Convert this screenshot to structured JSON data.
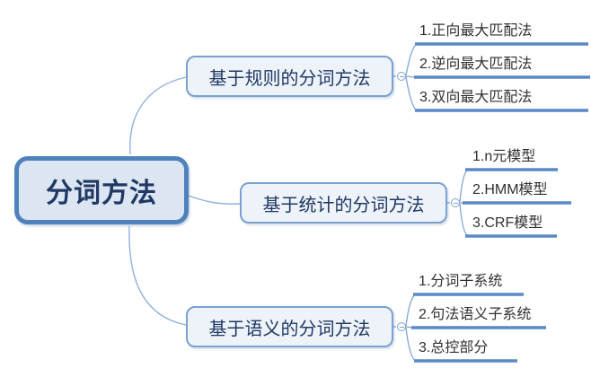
{
  "root": {
    "label": "分词方法"
  },
  "branches": [
    {
      "label": "基于规则的分词方法",
      "children": [
        {
          "label": "1.正向最大匹配法"
        },
        {
          "label": "2.逆向最大匹配法"
        },
        {
          "label": "3.双向最大匹配法"
        }
      ]
    },
    {
      "label": "基于统计的分词方法",
      "children": [
        {
          "label": "1.n元模型"
        },
        {
          "label": "2.HMM模型"
        },
        {
          "label": "3.CRF模型"
        }
      ]
    },
    {
      "label": "基于语义的分词方法",
      "children": [
        {
          "label": "1.分词子系统"
        },
        {
          "label": "2.句法语义子系统"
        },
        {
          "label": "3.总控部分"
        }
      ]
    }
  ],
  "toggle_state": "collapsible",
  "colors": {
    "root_border": "#4f81bd",
    "root_fill": "#dce6f2",
    "root_text": "#1f3864",
    "branch_border": "#7ba1d0",
    "branch_fill": "#eef3fa",
    "branch_text": "#1f3864",
    "connector": "#8fb1de",
    "underline": "#5b88c7",
    "child_text": "#303030"
  }
}
